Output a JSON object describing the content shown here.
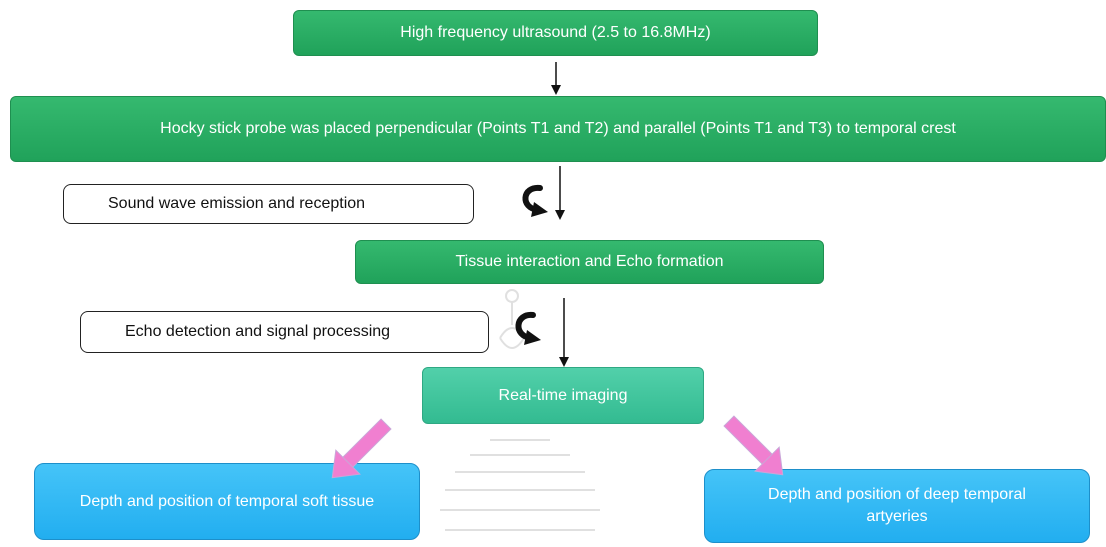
{
  "boxes": {
    "b1": "High frequency ultrasound (2.5 to 16.8MHz)",
    "b2": "Hocky stick probe was placed perpendicular (Points T1 and T2)  and parallel (Points T1  and T3) to temporal crest",
    "b3": "Tissue interaction and Echo formation",
    "b4": "Real-time imaging",
    "b5": "Depth and position of  temporal  soft tissue",
    "b6": "Depth and position of deep temporal artyeries"
  },
  "side_notes": {
    "n1": "Sound wave emission and reception",
    "n2": "Echo detection and signal processing"
  },
  "colors": {
    "green": "#26a862",
    "teal": "#3fc59c",
    "blue": "#33baf4",
    "pink_arrow": "#f07fd0"
  },
  "icons": [
    "down-arrow-icon",
    "curved-arrow-icon",
    "pink-arrow-icon",
    "watermark-seal-icon"
  ]
}
